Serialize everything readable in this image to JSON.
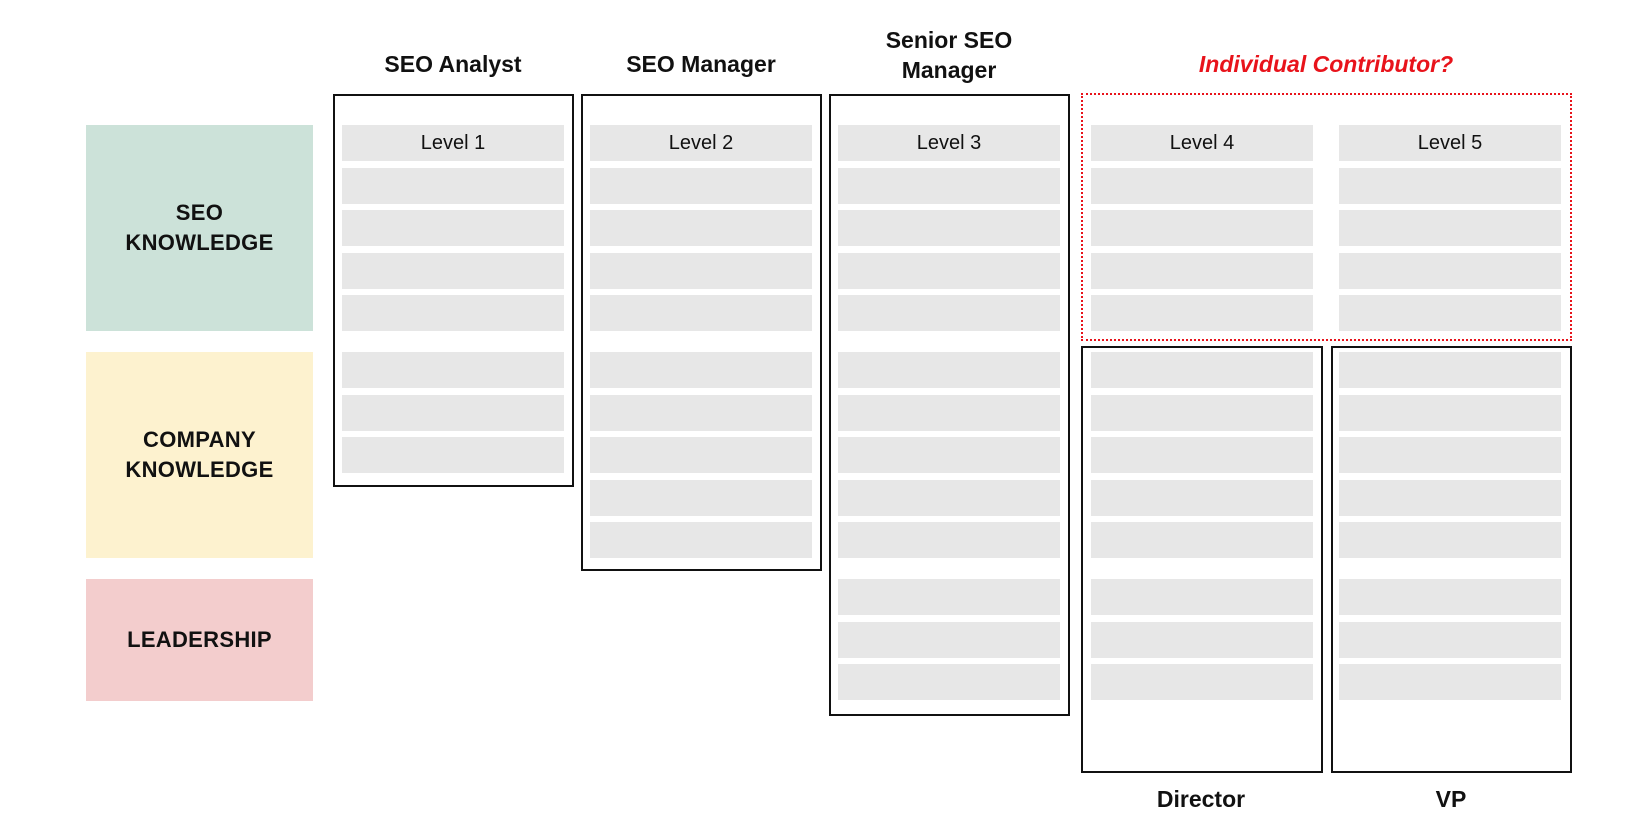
{
  "categories": [
    {
      "key": "seo",
      "label": "SEO\nKNOWLEDGE",
      "color": "#cce2d9"
    },
    {
      "key": "company",
      "label": "COMPANY\nKNOWLEDGE",
      "color": "#fdf2cf"
    },
    {
      "key": "leadership",
      "label": "LEADERSHIP",
      "color": "#f3cdcd"
    }
  ],
  "roles_top": [
    {
      "label": "SEO Analyst"
    },
    {
      "label": "SEO Manager"
    },
    {
      "label": "Senior SEO\nManager"
    },
    {
      "label": "Individual Contributor?",
      "color": "#e8131b"
    }
  ],
  "roles_bottom": [
    {
      "label": "Director"
    },
    {
      "label": "VP"
    }
  ],
  "levels": [
    "Level 1",
    "Level 2",
    "Level 3",
    "Level 4",
    "Level 5"
  ]
}
